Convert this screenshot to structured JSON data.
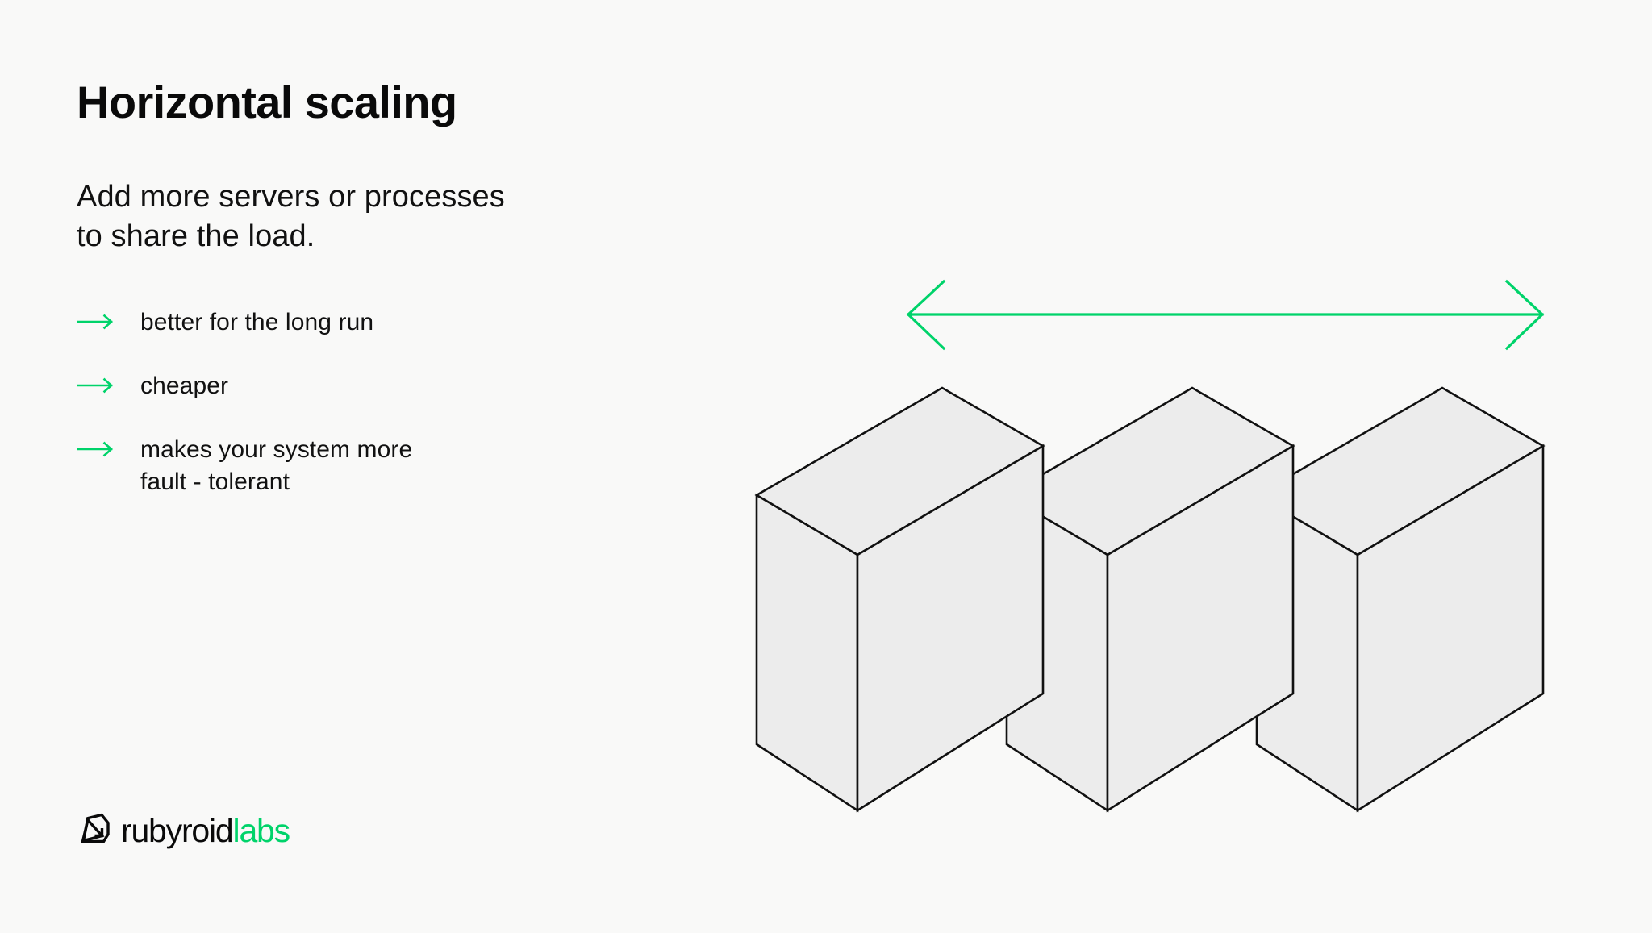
{
  "slide": {
    "background_color": "#F9F9F8",
    "title": "Horizontal scaling",
    "subtitle_lines": [
      "Add more servers or processes",
      "to share the load."
    ],
    "bullets": [
      {
        "icon": "arrow-right-icon",
        "lines": [
          "better for the long run"
        ]
      },
      {
        "icon": "arrow-right-icon",
        "lines": [
          "cheaper"
        ]
      },
      {
        "icon": "arrow-right-icon",
        "lines": [
          "makes your system more",
          "fault - tolerant"
        ]
      }
    ]
  },
  "logo": {
    "mark": "rubyroid-gem-icon",
    "word_dark": "rubyroid",
    "word_green": "labs"
  },
  "diagram": {
    "name": "horizontal-scaling-servers-illustration",
    "scale_arrow": {
      "name": "horizontal-double-arrow",
      "direction": "both",
      "color": "#00D36A"
    },
    "boxes": [
      {
        "label": "server-box-1"
      },
      {
        "label": "server-box-2"
      },
      {
        "label": "server-box-3"
      }
    ]
  },
  "colors": {
    "accent_green": "#00D36A",
    "text_dark": "#111111",
    "box_fill": "#ECECEC",
    "box_stroke": "#111111"
  }
}
